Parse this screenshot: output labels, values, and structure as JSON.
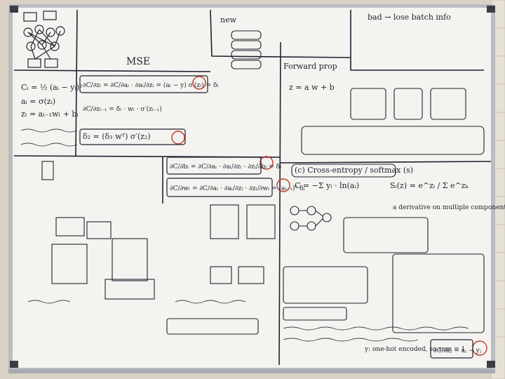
{
  "image": {
    "subject": "whiteboard with handwritten neural-network backpropagation derivations",
    "colors": {
      "wall": "#d9d2c4",
      "frame": "#b9bcc0",
      "board": "#f4f3ef",
      "ink": "#1f2330",
      "accent_red": "#c0392b"
    }
  },
  "labels": {
    "mse": "MSE",
    "new": "new",
    "bad": "bad → lose batch info",
    "forward_prop": "Forward prop",
    "z_eq": "z = a w + b",
    "cost_mse": "Cᵢ = ½ (aᵢ − yᵢ)²",
    "act_eq": "aᵢ = σ(zᵢ)",
    "z_layer": "zₗ = aₗ₋₁wₗ + bₗ",
    "delta_l": "∂C/∂zₗ = ∂C/∂aₗ · ∂aₗ/∂zₗ = (aₗ − y) σ′(zₗ) = δₗ",
    "delta_prev": "∂C/∂zₗ₋₁ = δₗ · wₗ · σ′(zₗ₋₁)",
    "delta_vec": "δ₂ = (δ₃ wᵀ) σ′(z₂)",
    "bias_grad": "∂C/∂bₗ = ∂C/∂aₗ · ∂aₗ/∂zₗ · ∂zₗ/∂bₗ = δₗ",
    "weight_grad": "∂C/∂wₗ = ∂C/∂aₗ · ∂aₗ/∂zₗ · ∂zₗ/∂wₗ = (aₗ₋₁)ᵀ δₗ",
    "cross_entropy": "(c) Cross-entropy / softmax (s)",
    "ce_eq": "C = −Σ yᵢ · ln(aᵢ)",
    "softmax": "Sᵢ(z) = e^zᵢ / Σ e^zₖ",
    "chain_multi": "a derivative on multiple components",
    "final_grad": "∂C/∂zⱼ = aⱼ − yⱼ",
    "one_hot": "y: one-hot encoded, so sum = 1"
  }
}
